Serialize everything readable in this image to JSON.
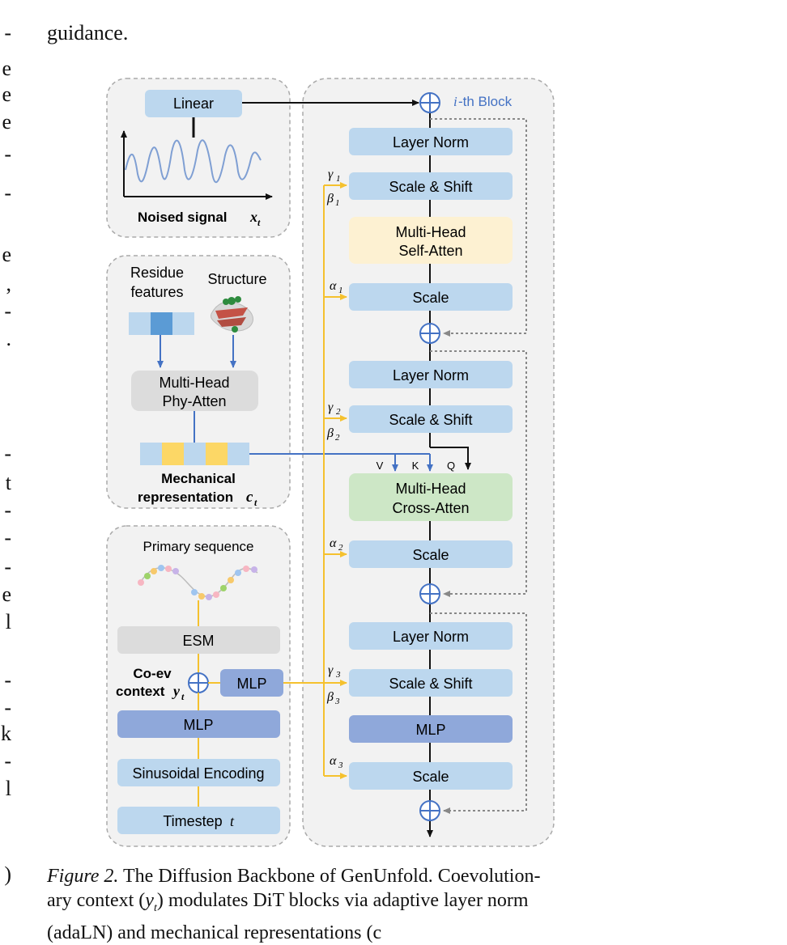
{
  "header": {
    "text": "guidance."
  },
  "left_margin": [
    "-",
    "e",
    "e",
    "e",
    "-",
    "-",
    "e",
    ",",
    "-",
    ".",
    "-",
    "t",
    "-",
    "-",
    "-",
    "e",
    "l",
    "-",
    "-",
    "k",
    "-",
    "l",
    ")"
  ],
  "figure": {
    "noised": {
      "linear": "Linear",
      "label": "Noised signal",
      "var": "x",
      "sub": "t"
    },
    "mech": {
      "residue": [
        "Residue",
        "features"
      ],
      "structure": "Structure",
      "attn": [
        "Multi-Head",
        "Phy-Atten"
      ],
      "label1": "Mechanical",
      "label2": "representation",
      "var": "c",
      "sub": "t"
    },
    "coev": {
      "primary": "Primary sequence",
      "esm": "ESM",
      "label1": "Co-ev",
      "label2": "context",
      "var": "y",
      "sub": "t",
      "mlp_small": "MLP",
      "mlp": "MLP",
      "sin": "Sinusoidal Encoding",
      "timestep": "Timestep",
      "timestep_var": "t"
    },
    "block": {
      "title_var": "i",
      "title": "-th Block",
      "layer_norm": "Layer Norm",
      "scale_shift": "Scale & Shift",
      "self_attn": [
        "Multi-Head",
        "Self-Atten"
      ],
      "scale": "Scale",
      "cross_attn": [
        "Multi-Head",
        "Cross-Atten"
      ],
      "mlp": "MLP",
      "v": "V",
      "k": "K",
      "q": "Q",
      "gamma": "γ",
      "beta": "β",
      "alpha": "α",
      "sub1": "1",
      "sub2": "2",
      "sub3": "3"
    },
    "colors": {
      "blue_box": "#bcd7ee",
      "self_attn": "#fdf1d2",
      "cross_attn": "#cde7c6",
      "mlp_dark": "#8fa8da",
      "gray_box": "#dcdcdc",
      "gold": "#f5c12e",
      "arrow_blue": "#4472c4",
      "panel": "#f2f2f2"
    }
  },
  "caption": {
    "fig_label": "Figure 2.",
    "line1": " The Diffusion Backbone of GenUnfold. Coevolution-",
    "line2a": "ary context (",
    "line2var": "y",
    "line2sub": "t",
    "line2b": ") modulates DiT blocks via adaptive layer norm",
    "line3": "(adaLN) and mechanical representations (c"
  }
}
